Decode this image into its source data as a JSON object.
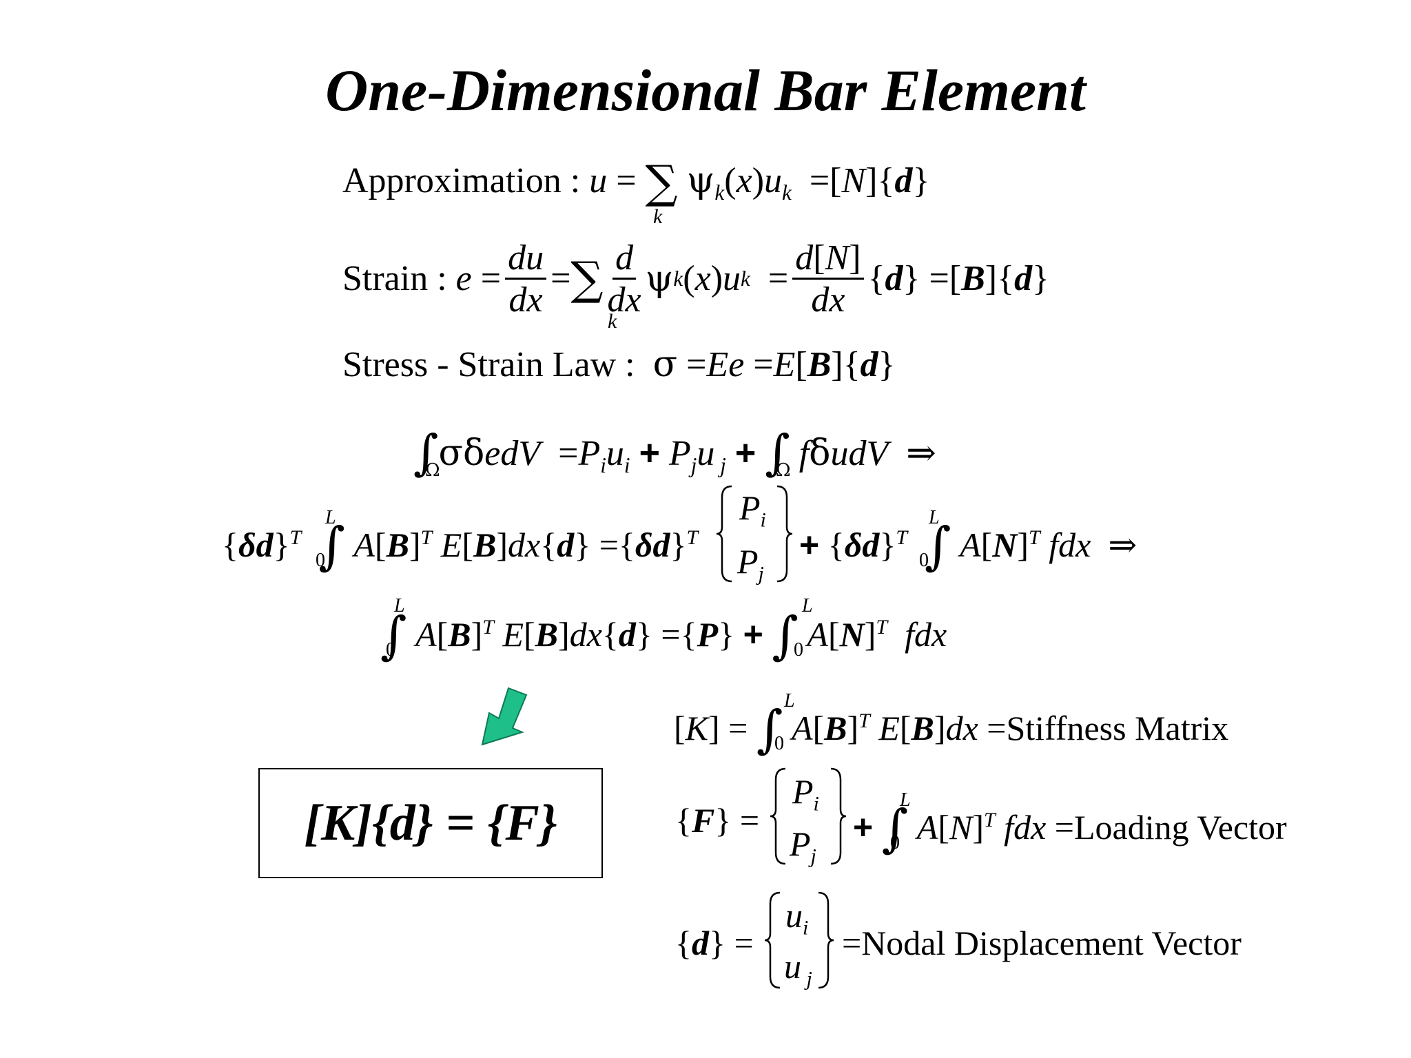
{
  "title": "One-Dimensional Bar Element",
  "labels": {
    "approximation": "Approximation :",
    "strain": "Strain :",
    "stress_strain_law": "Stress - Strain Law :",
    "stiffness_matrix": "Stiffness Matrix",
    "loading_vector": "Loading Vector",
    "nodal_displacement_vector": "Nodal Displacement Vector"
  },
  "boxed_equation": "[K]{d} = {F}",
  "colors": {
    "arrow": "#1fbf8a",
    "arrow_stroke": "#0b7a55"
  },
  "icons": {
    "arrow": "down-left-arrow-icon"
  }
}
